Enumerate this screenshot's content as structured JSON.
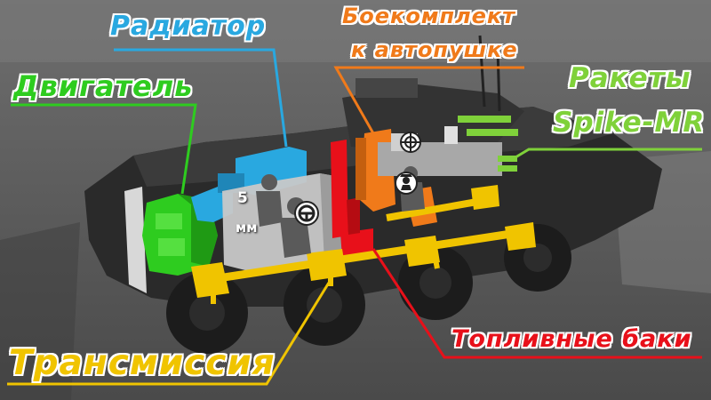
{
  "labels": {
    "radiator": "Радиатор",
    "engine": "Двигатель",
    "ammo_line1": "Боекомплект",
    "ammo_line2": "к автопушке",
    "rockets_line1": "Ракеты",
    "rockets_line2": "Spike-MR",
    "fuel": "Топливные баки",
    "transmission": "Трансмиссия"
  },
  "crew_marker": {
    "number": "5",
    "unit": "мм"
  },
  "colors": {
    "radiator": "#29a8e0",
    "engine": "#2ecc1f",
    "ammo": "#f07a1a",
    "rockets": "#7fd13a",
    "fuel": "#e8101a",
    "transmission": "#f0c400"
  },
  "icons": [
    "crosshair-icon",
    "commander-icon",
    "steering-wheel-icon"
  ]
}
